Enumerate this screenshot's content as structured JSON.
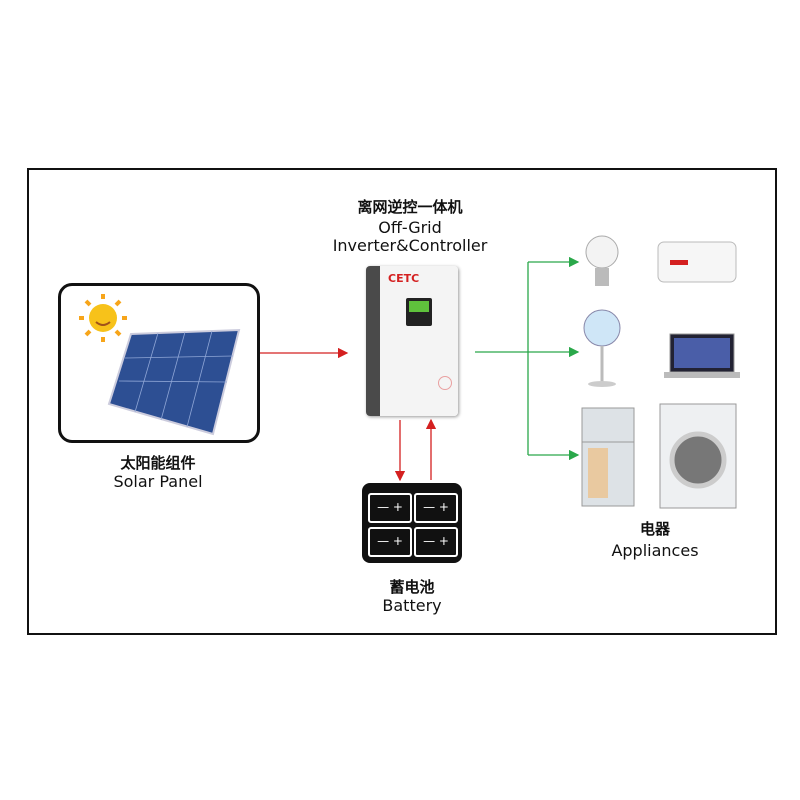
{
  "inverter": {
    "title_cn": "离网逆控一体机",
    "title_en1": "Off-Grid",
    "title_en2": "Inverter&Controller",
    "brand": "CETC"
  },
  "solar": {
    "label_cn": "太阳能组件",
    "label_en": "Solar Panel"
  },
  "battery": {
    "label_cn": "蓄电池",
    "label_en": "Battery",
    "cell_symbol": "— +"
  },
  "appliances": {
    "label_cn": "电器",
    "label_en": "Appliances"
  },
  "colors": {
    "dc_arrow": "#d42020",
    "ac_arrow": "#2aa84a"
  }
}
